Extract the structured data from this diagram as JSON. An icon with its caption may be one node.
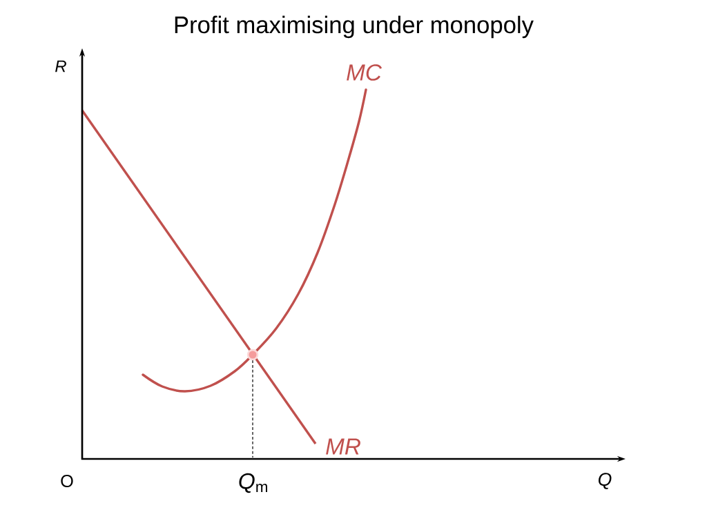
{
  "diagram": {
    "title": "Profit maximising under monopoly",
    "labels": [
      "R",
      "MC",
      "MR",
      "O",
      "*Q*$_{m}$",
      "Q"
    ]
  }
}
